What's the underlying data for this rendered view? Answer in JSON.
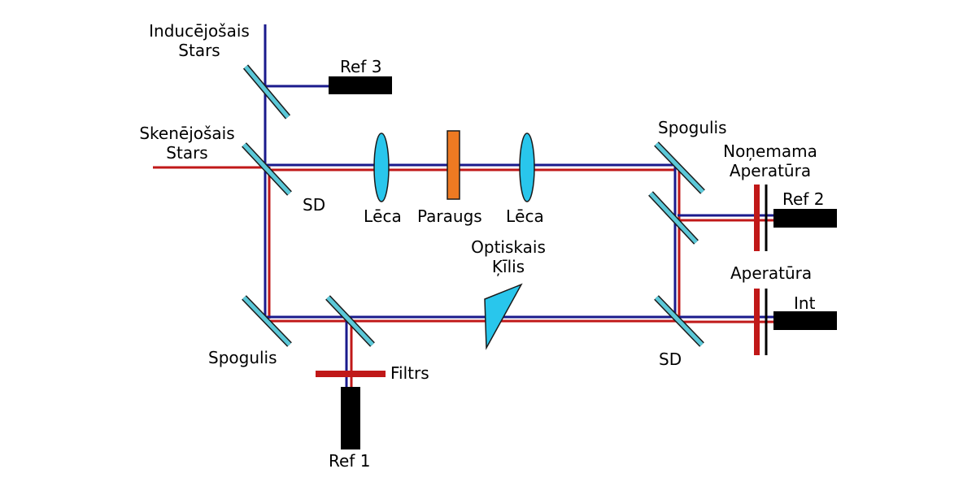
{
  "labels": {
    "inducing_beam": [
      "Inducējošais",
      "Stars"
    ],
    "scanning_beam": [
      "Skenējošais",
      "Stars"
    ],
    "ref3": "Ref 3",
    "ref2": "Ref 2",
    "ref1": "Ref 1",
    "int": "Int",
    "sd_left": "SD",
    "sd_right": "SD",
    "lens_left": "Lēca",
    "sample": "Paraugs",
    "lens_right": "Lēca",
    "mirror_top_right": "Spogulis",
    "mirror_bottom_left": "Spogulis",
    "removable_aperture": [
      "Noņemama",
      "Aperatūra"
    ],
    "aperture": "Aperatūra",
    "optical_wedge": [
      "Optiskais",
      "Ķīlis"
    ],
    "filter": "Filtrs"
  },
  "colors": {
    "blue_beam": "#1a1a8c",
    "red_beam": "#c01818",
    "mirror": "#5bc8d8",
    "lens": "#29c6ec",
    "sample": "#ee7a22",
    "wedge": "#29c6ec",
    "detector": "#000000",
    "aperture": "#c01818",
    "filter": "#c01818"
  }
}
